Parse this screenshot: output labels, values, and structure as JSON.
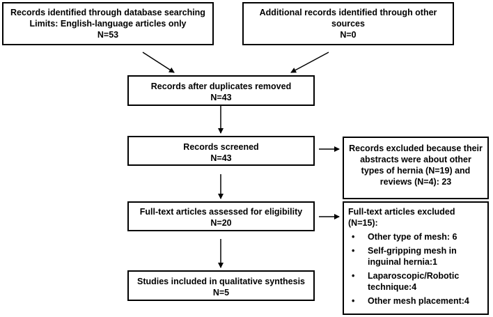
{
  "boxes": {
    "identified_db": {
      "line1": "Records identified through database searching",
      "line2": "Limits: English-language articles only",
      "count": "N=53"
    },
    "identified_other": {
      "line1": "Additional records identified through other",
      "line2": "sources",
      "count": "N=0"
    },
    "duplicates_removed": {
      "label": "Records after duplicates removed",
      "count": "N=43"
    },
    "screened": {
      "label": "Records screened",
      "count": "N=43"
    },
    "excluded_abstracts": {
      "line1": "Records excluded because their",
      "line2": "abstracts were about other",
      "line3": "types of hernia (N=19) and",
      "line4": "reviews (N=4): 23"
    },
    "fulltext_assessed": {
      "label": "Full-text articles assessed for eligibility",
      "count": "N=20"
    },
    "fulltext_excluded": {
      "title": "Full-text articles excluded",
      "count": "(N=15):",
      "bullet_char": "•",
      "items": [
        "Other type of mesh: 6",
        "Self-gripping mesh in inguinal hernia:1",
        "Laparoscopic/Robotic technique:4",
        "Other mesh placement:4"
      ]
    },
    "included": {
      "label": "Studies included in qualitative synthesis",
      "count": "N=5"
    }
  }
}
